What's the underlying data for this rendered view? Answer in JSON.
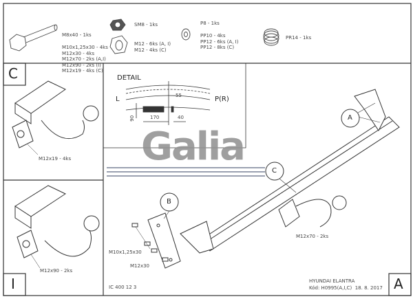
{
  "parts": {
    "bolt": [
      "M8x40 - 1ks",
      "M10x1,25x30 - 4ks",
      "M12x30 - 4ks",
      "M12x70 - 2ks (A,I)",
      "M12x90 - 2ks (I)",
      "M12x19 - 4ks (C)"
    ],
    "nut_small": "SM8 - 1ks",
    "nut": [
      "M12 - 6ks (A, I)",
      "M12 - 4ks (C)"
    ],
    "washer": [
      "P8 - 1ks",
      "PP10 - 4ks",
      "PP12 - 6ks (A, I)",
      "PP12 - 8ks (C)"
    ],
    "spring": "PR14 - 1ks"
  },
  "detail": {
    "title": "DETAIL",
    "left": "L",
    "right": "P(R)",
    "dims": [
      "55",
      "170",
      "40",
      "90"
    ]
  },
  "views": {
    "C": "C",
    "I": "I",
    "A": "A",
    "callout_A": "A",
    "callout_B": "B",
    "callout_C": "C"
  },
  "labels": {
    "c_bolt": "M12x19 - 4ks",
    "i_bolt": "M12x90 - 2ks",
    "a_bolt": "M12x70 - 2ks",
    "b_bolt1": "M10x1,25x30",
    "b_bolt2": "M12x30"
  },
  "logo": "Galia",
  "footer": {
    "drawing_no": "IC 400 12 3",
    "model": "HYUNDAI ELANTRA",
    "code": "Kód: H0995(A,I,C)  18. 8. 2017"
  }
}
